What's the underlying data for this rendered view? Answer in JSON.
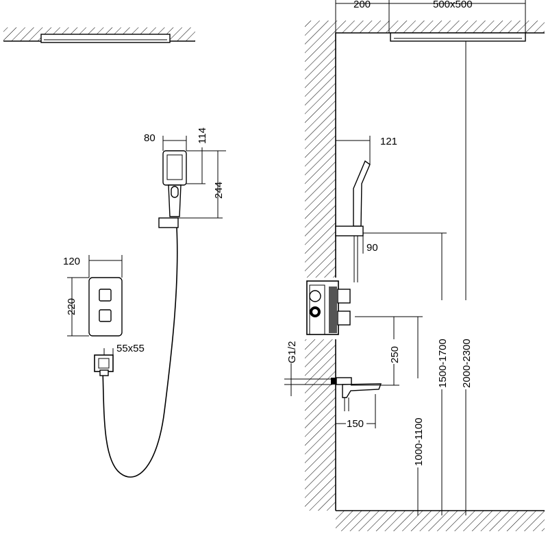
{
  "title": "Concealed shower system installation drawing",
  "dimensions": {
    "head_offset": "200",
    "head_size": "500x500",
    "hand_width": "80",
    "hand_head_height": "114",
    "hand_total_height": "244",
    "arm_length": "121",
    "holder_depth": "90",
    "plate_width": "120",
    "plate_height": "220",
    "outlet_size": "55x55",
    "thread": "G1/2",
    "spout_to_mixer": "250",
    "spout_length": "150",
    "mixer_height": "1000-1100",
    "holder_height": "1500-1700",
    "head_height": "2000-2300"
  }
}
